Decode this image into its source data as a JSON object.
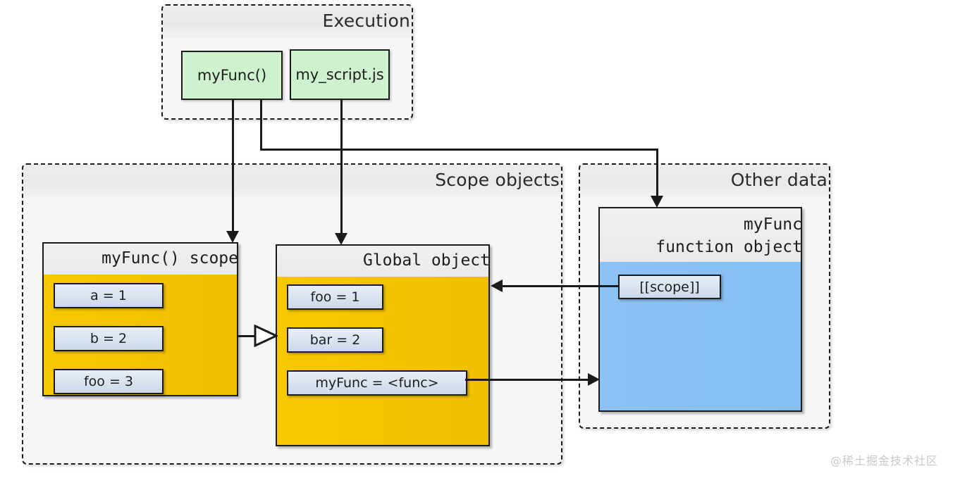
{
  "diagram": {
    "title": "JavaScript scope chain diagram",
    "colors": {
      "green_fill": "#cdf2cd",
      "yellow_fill": "#f5c400",
      "blue_fill": "#8cc2f5",
      "chip_fill": "#dce5f1",
      "group_fill": "#f7f7f7",
      "stroke": "#1b1b1b",
      "watermark": "#c9c9c9"
    }
  },
  "groups": {
    "execution": {
      "title": "Execution"
    },
    "scope_objects": {
      "title": "Scope objects"
    },
    "other_data": {
      "title": "Other data"
    }
  },
  "execution_items": [
    {
      "label": "myFunc()"
    },
    {
      "label": "my_script.js"
    }
  ],
  "objects": {
    "my_func_scope": {
      "title": "myFunc() scope",
      "variables": [
        {
          "label": "a = 1"
        },
        {
          "label": "b = 2"
        },
        {
          "label": "foo = 3"
        }
      ]
    },
    "global_object": {
      "title": "Global object",
      "variables": [
        {
          "label": "foo = 1"
        },
        {
          "label": "bar = 2"
        },
        {
          "label": "myFunc = <func>"
        }
      ]
    },
    "function_object": {
      "title_line1": "myFunc",
      "title_line2": "function object",
      "variables": [
        {
          "label": "[[scope]]"
        }
      ]
    }
  },
  "connectors": [
    {
      "name": "myfunc-call-to-scope",
      "from": "myFunc()",
      "to": "myFunc() scope",
      "head": "solid-down"
    },
    {
      "name": "myfunc-call-to-function-object",
      "from": "myFunc()",
      "to": "myFunc function object",
      "head": "solid-down"
    },
    {
      "name": "script-to-global-object",
      "from": "my_script.js",
      "to": "Global object",
      "head": "solid-down"
    },
    {
      "name": "scope-chain-link",
      "from": "myFunc() scope",
      "to": "Global object",
      "head": "hollow-triangle"
    },
    {
      "name": "scope-ref-to-global",
      "from": "[[scope]]",
      "to": "Global object",
      "head": "solid-left"
    },
    {
      "name": "myfunc-value-to-function-object",
      "from": "myFunc = <func>",
      "to": "myFunc function object",
      "head": "solid-right"
    }
  ],
  "watermark": {
    "text": "@稀土掘金技术社区"
  }
}
